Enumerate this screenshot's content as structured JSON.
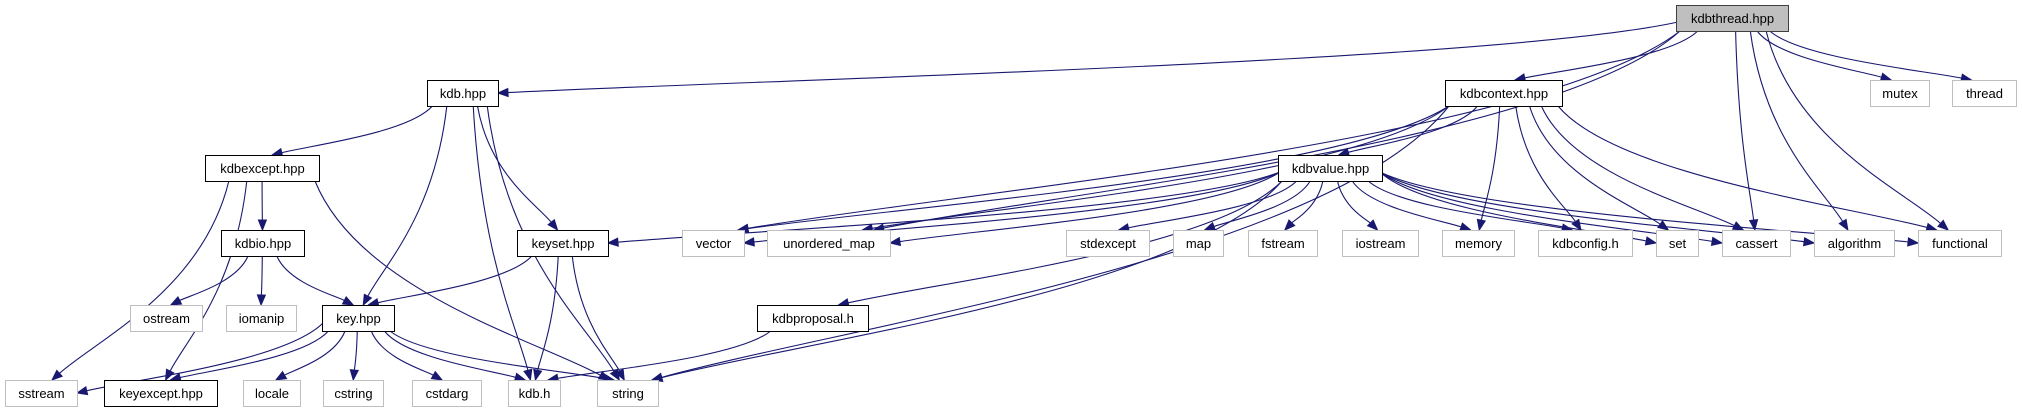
{
  "graph": {
    "title": "kdbthread.hpp include dependency graph",
    "edge_color": "#191970",
    "node_colors": {
      "main_fill": "#bfbfbf",
      "main_border": "#404040",
      "local_border": "#000000",
      "system_border": "#bfbfbf"
    },
    "nodes": [
      {
        "id": "kdbthread",
        "label": "kdbthread.hpp",
        "kind": "main"
      },
      {
        "id": "mutex",
        "label": "mutex",
        "kind": "system"
      },
      {
        "id": "thread",
        "label": "thread",
        "kind": "system"
      },
      {
        "id": "kdbhpp",
        "label": "kdb.hpp",
        "kind": "local"
      },
      {
        "id": "kdbcontext",
        "label": "kdbcontext.hpp",
        "kind": "local"
      },
      {
        "id": "kdbexcept",
        "label": "kdbexcept.hpp",
        "kind": "local"
      },
      {
        "id": "kdbvalue",
        "label": "kdbvalue.hpp",
        "kind": "local"
      },
      {
        "id": "kdbio",
        "label": "kdbio.hpp",
        "kind": "local"
      },
      {
        "id": "keyset",
        "label": "keyset.hpp",
        "kind": "local"
      },
      {
        "id": "vector",
        "label": "vector",
        "kind": "system"
      },
      {
        "id": "unordered_map",
        "label": "unordered_map",
        "kind": "system"
      },
      {
        "id": "stdexcept",
        "label": "stdexcept",
        "kind": "system"
      },
      {
        "id": "map",
        "label": "map",
        "kind": "system"
      },
      {
        "id": "fstream",
        "label": "fstream",
        "kind": "system"
      },
      {
        "id": "iostream",
        "label": "iostream",
        "kind": "system"
      },
      {
        "id": "memory",
        "label": "memory",
        "kind": "system"
      },
      {
        "id": "kdbconfig",
        "label": "kdbconfig.h",
        "kind": "system"
      },
      {
        "id": "set",
        "label": "set",
        "kind": "system"
      },
      {
        "id": "cassert",
        "label": "cassert",
        "kind": "system"
      },
      {
        "id": "algorithm",
        "label": "algorithm",
        "kind": "system"
      },
      {
        "id": "functional",
        "label": "functional",
        "kind": "system"
      },
      {
        "id": "kdbproposal",
        "label": "kdbproposal.h",
        "kind": "local"
      },
      {
        "id": "ostream",
        "label": "ostream",
        "kind": "system"
      },
      {
        "id": "iomanip",
        "label": "iomanip",
        "kind": "system"
      },
      {
        "id": "keyhpp",
        "label": "key.hpp",
        "kind": "local"
      },
      {
        "id": "sstream",
        "label": "sstream",
        "kind": "system"
      },
      {
        "id": "keyexcept",
        "label": "keyexcept.hpp",
        "kind": "local"
      },
      {
        "id": "locale",
        "label": "locale",
        "kind": "system"
      },
      {
        "id": "cstring",
        "label": "cstring",
        "kind": "system"
      },
      {
        "id": "cstdarg",
        "label": "cstdarg",
        "kind": "system"
      },
      {
        "id": "kdbh",
        "label": "kdb.h",
        "kind": "system"
      },
      {
        "id": "string",
        "label": "string",
        "kind": "system"
      }
    ],
    "edges": [
      [
        "kdbthread",
        "kdbhpp"
      ],
      [
        "kdbthread",
        "kdbcontext"
      ],
      [
        "kdbthread",
        "vector"
      ],
      [
        "kdbthread",
        "unordered_map"
      ],
      [
        "kdbthread",
        "mutex"
      ],
      [
        "kdbthread",
        "thread"
      ],
      [
        "kdbthread",
        "cassert"
      ],
      [
        "kdbthread",
        "algorithm"
      ],
      [
        "kdbthread",
        "functional"
      ],
      [
        "kdbhpp",
        "kdbexcept"
      ],
      [
        "kdbhpp",
        "keyhpp"
      ],
      [
        "kdbhpp",
        "keyset"
      ],
      [
        "kdbhpp",
        "kdbh"
      ],
      [
        "kdbhpp",
        "string"
      ],
      [
        "kdbexcept",
        "kdbio"
      ],
      [
        "kdbexcept",
        "sstream"
      ],
      [
        "kdbexcept",
        "keyexcept"
      ],
      [
        "kdbexcept",
        "string"
      ],
      [
        "kdbio",
        "ostream"
      ],
      [
        "kdbio",
        "iomanip"
      ],
      [
        "kdbio",
        "keyhpp"
      ],
      [
        "keyset",
        "keyhpp"
      ],
      [
        "keyset",
        "kdbh"
      ],
      [
        "keyset",
        "string"
      ],
      [
        "keyhpp",
        "sstream"
      ],
      [
        "keyhpp",
        "keyexcept"
      ],
      [
        "keyhpp",
        "locale"
      ],
      [
        "keyhpp",
        "cstring"
      ],
      [
        "keyhpp",
        "cstdarg"
      ],
      [
        "keyhpp",
        "kdbh"
      ],
      [
        "keyhpp",
        "string"
      ],
      [
        "kdbcontext",
        "kdbvalue"
      ],
      [
        "kdbcontext",
        "vector"
      ],
      [
        "kdbcontext",
        "unordered_map"
      ],
      [
        "kdbcontext",
        "string"
      ],
      [
        "kdbcontext",
        "memory"
      ],
      [
        "kdbcontext",
        "kdbconfig"
      ],
      [
        "kdbcontext",
        "set"
      ],
      [
        "kdbcontext",
        "cassert"
      ],
      [
        "kdbcontext",
        "functional"
      ],
      [
        "kdbvalue",
        "keyset"
      ],
      [
        "kdbvalue",
        "vector"
      ],
      [
        "kdbvalue",
        "unordered_map"
      ],
      [
        "kdbvalue",
        "kdbproposal"
      ],
      [
        "kdbvalue",
        "string"
      ],
      [
        "kdbvalue",
        "stdexcept"
      ],
      [
        "kdbvalue",
        "map"
      ],
      [
        "kdbvalue",
        "fstream"
      ],
      [
        "kdbvalue",
        "iostream"
      ],
      [
        "kdbvalue",
        "memory"
      ],
      [
        "kdbvalue",
        "kdbconfig"
      ],
      [
        "kdbvalue",
        "set"
      ],
      [
        "kdbvalue",
        "cassert"
      ],
      [
        "kdbvalue",
        "algorithm"
      ],
      [
        "kdbvalue",
        "functional"
      ],
      [
        "kdbproposal",
        "kdbh"
      ]
    ]
  }
}
